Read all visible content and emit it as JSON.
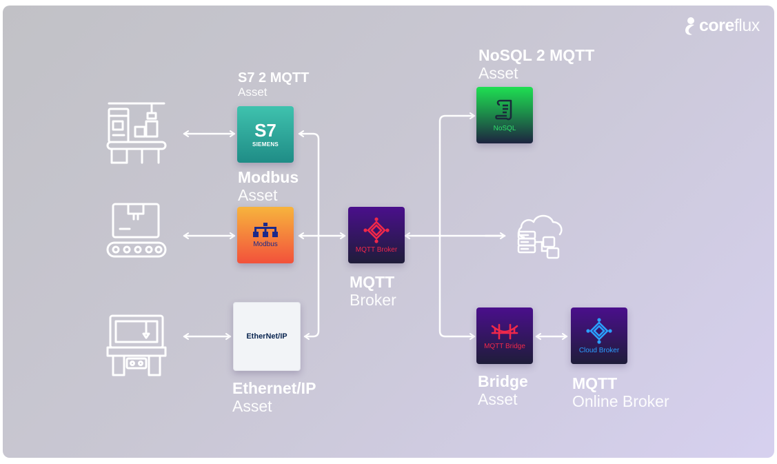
{
  "brand": {
    "logo_strong": "core",
    "logo_light": "flux"
  },
  "labels": {
    "s7_title": "S7 2 MQTT",
    "s7_sub": "Asset",
    "modbus_title": "Modbus",
    "modbus_sub": "Asset",
    "ethernet_title": "Ethernet/IP",
    "ethernet_sub": "Asset",
    "broker_title": "MQTT",
    "broker_sub": "Broker",
    "nosql_title": "NoSQL 2 MQTT",
    "nosql_sub": "Asset",
    "bridge_title": "Bridge",
    "bridge_sub": "Asset",
    "online_title": "MQTT",
    "online_sub": "Online Broker"
  },
  "tiles": {
    "s7": {
      "big": "S7",
      "small": "SIEMENS"
    },
    "modbus": {
      "caption": "Modbus"
    },
    "ethernet": {
      "text": "EtherNet/IP"
    },
    "broker": {
      "caption": "MQTT Broker"
    },
    "nosql": {
      "caption": "NoSQL"
    },
    "bridge": {
      "caption": "MQTT Bridge"
    },
    "cloud": {
      "caption": "Cloud Broker"
    }
  },
  "icons": {
    "machine_1": "factory-conveyor-icon",
    "machine_2": "box-conveyor-icon",
    "machine_3": "cnc-machine-icon",
    "cloud_storage": "cloud-database-icon"
  },
  "colors": {
    "s7_gradient": [
      "#3fc2ae",
      "#1f8c86"
    ],
    "modbus_gradient": [
      "#f7b43d",
      "#f2513b"
    ],
    "broker_gradient": [
      "#4a0f8c",
      "#1f1d3a"
    ],
    "nosql_gradient": [
      "#1fdf52",
      "#1d2340"
    ],
    "accent_red": "#f0284a",
    "accent_blue": "#2aa0ff",
    "accent_green": "#2ee06a"
  }
}
